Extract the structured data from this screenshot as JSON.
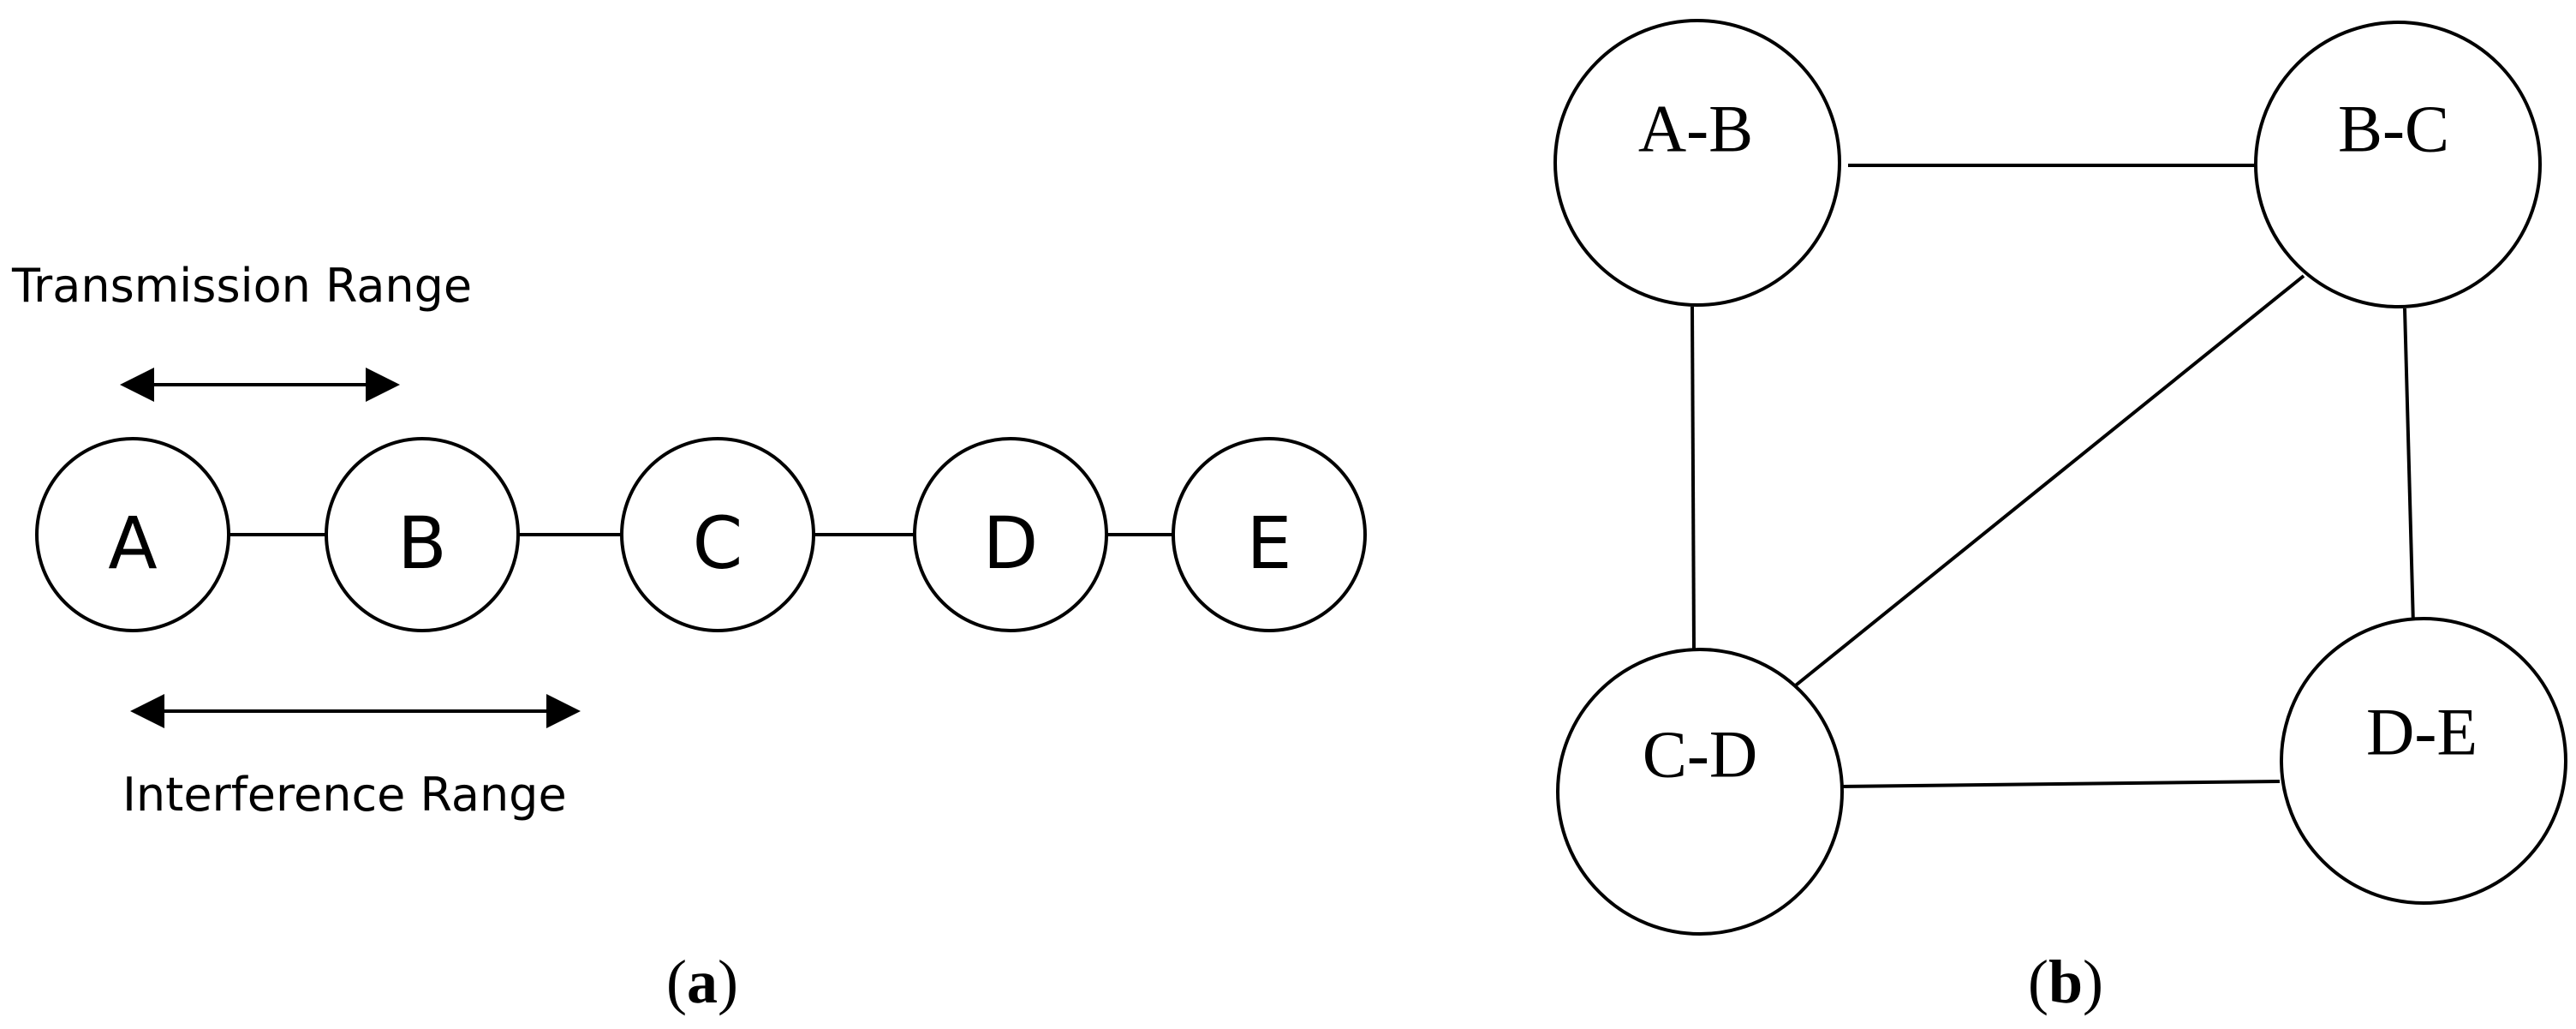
{
  "panel_a": {
    "nodes": [
      "A",
      "B",
      "C",
      "D",
      "E"
    ],
    "transmission_label": "Transmission Range",
    "interference_label": "Interference Range",
    "caption_open": "(",
    "caption_letter": "a",
    "caption_close": ")"
  },
  "panel_b": {
    "nodes": [
      "A-B",
      "B-C",
      "C-D",
      "D-E"
    ],
    "edges": [
      [
        "A-B",
        "B-C"
      ],
      [
        "A-B",
        "C-D"
      ],
      [
        "B-C",
        "C-D"
      ],
      [
        "B-C",
        "D-E"
      ],
      [
        "C-D",
        "D-E"
      ]
    ],
    "caption_open": "(",
    "caption_letter": "b",
    "caption_close": ")"
  }
}
